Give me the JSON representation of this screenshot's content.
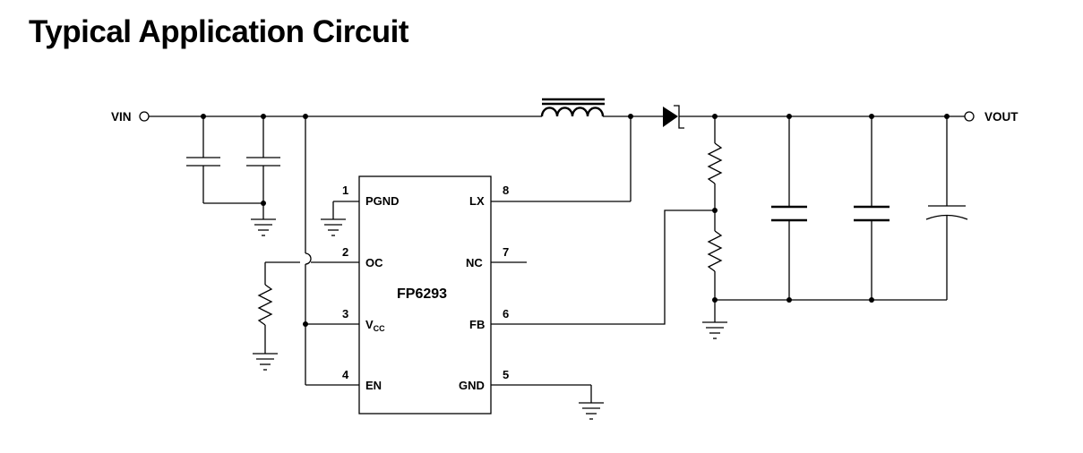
{
  "title": "Typical Application Circuit",
  "chip": {
    "name": "FP6293"
  },
  "nets": {
    "vin": "VIN",
    "vout": "VOUT"
  },
  "pins": {
    "p1": {
      "num": "1",
      "name": "PGND"
    },
    "p2": {
      "num": "2",
      "name": "OC"
    },
    "p3": {
      "num": "3",
      "name": "V",
      "sub": "CC"
    },
    "p4": {
      "num": "4",
      "name": "EN"
    },
    "p5": {
      "num": "5",
      "name": "GND"
    },
    "p6": {
      "num": "6",
      "name": "FB"
    },
    "p7": {
      "num": "7",
      "name": "NC"
    },
    "p8": {
      "num": "8",
      "name": "LX"
    }
  }
}
